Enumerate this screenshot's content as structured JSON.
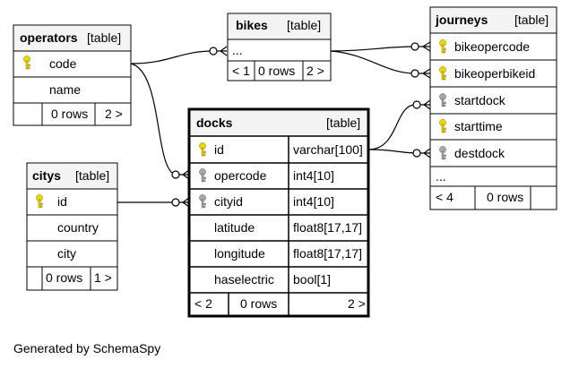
{
  "tables": {
    "operators": {
      "name": "operators",
      "tag": "[table]",
      "columns": [
        "code",
        "name"
      ],
      "footer": [
        "0 rows",
        "2 >"
      ]
    },
    "bikes": {
      "name": "bikes",
      "tag": "[table]",
      "columns": [
        "..."
      ],
      "footer": [
        "< 1",
        "0 rows",
        "2 >"
      ]
    },
    "journeys": {
      "name": "journeys",
      "tag": "[table]",
      "columns": [
        "bikeopercode",
        "bikeoperbikeid",
        "startdock",
        "starttime",
        "destdock",
        "..."
      ],
      "footer": [
        "< 4",
        "0 rows"
      ]
    },
    "docks": {
      "name": "docks",
      "tag": "[table]",
      "columns": [
        {
          "name": "id",
          "type": "varchar[100]"
        },
        {
          "name": "opercode",
          "type": "int4[10]"
        },
        {
          "name": "cityid",
          "type": "int4[10]"
        },
        {
          "name": "latitude",
          "type": "float8[17,17]"
        },
        {
          "name": "longitude",
          "type": "float8[17,17]"
        },
        {
          "name": "haselectric",
          "type": "bool[1]"
        }
      ],
      "footer": [
        "< 2",
        "0 rows",
        "2 >"
      ]
    },
    "citys": {
      "name": "citys",
      "tag": "[table]",
      "columns": [
        "id",
        "country",
        "city"
      ],
      "footer": [
        "0 rows",
        "1 >"
      ]
    }
  },
  "key_colors": {
    "primary": "#e8d800",
    "foreign": "#a8a8a8"
  },
  "footer_text": "Generated by SchemaSpy"
}
